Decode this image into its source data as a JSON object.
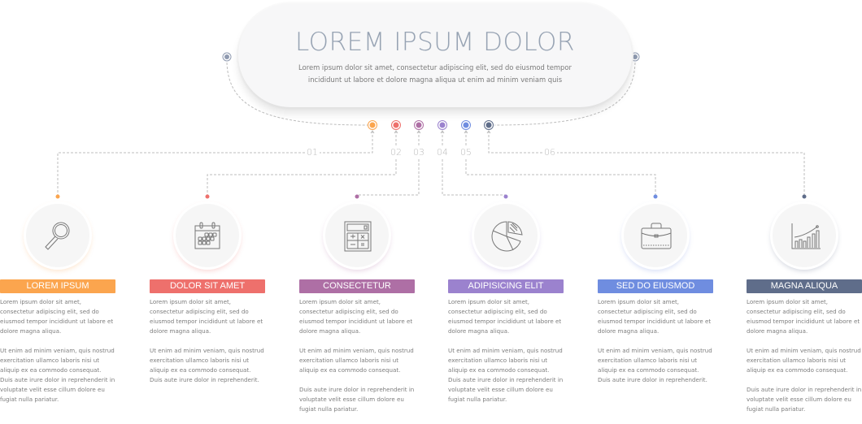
{
  "header": {
    "title": "LOREM IPSUM DOLOR",
    "subtitle_line1": "Lorem ipsum dolor sit amet, consectetur adipiscing elit, sed do eiusmod tempor",
    "subtitle_line2": "incididunt ut labore et dolore magna aliqua ut enim ad minim veniam quis"
  },
  "colors": {
    "connector": "#bdbdbd",
    "side_dot": "#8f9ab0"
  },
  "steps": [
    {
      "number": "01",
      "label": "LOREM IPSUM",
      "color": "#fba54e",
      "icon": "magnifier-icon",
      "paragraphs": [
        "Lorem ipsum dolor sit amet, consectetur adipiscing elit, sed do eiusmod tempor incididunt ut labore et dolore magna aliqua.",
        "Ut enim ad minim veniam, quis nostrud exercitation ullamco laboris nisi ut aliquip ex ea commodo consequat. Duis aute irure dolor in reprehenderit in voluptate velit esse cillum dolore eu fugiat nulla pariatur."
      ]
    },
    {
      "number": "02",
      "label": "DOLOR SIT AMET",
      "color": "#ee706c",
      "icon": "calendar-icon",
      "paragraphs": [
        "Lorem ipsum dolor sit amet, consectetur adipiscing elit, sed do eiusmod tempor incididunt ut labore et dolore magna aliqua.",
        "Ut enim ad minim veniam, quis nostrud exercitation ullamco laboris nisi ut aliquip ex ea commodo consequat. Duis aute irure dolor in reprehenderit."
      ]
    },
    {
      "number": "03",
      "label": "CONSECTETUR",
      "color": "#ae6fa5",
      "icon": "calculator-icon",
      "paragraphs": [
        "Lorem ipsum dolor sit amet, consectetur adipiscing elit, sed do eiusmod tempor incididunt ut labore et dolore magna aliqua.",
        "Ut enim ad minim veniam, quis nostrud exercitation ullamco laboris nisi ut aliquip ex ea commodo consequat.",
        "Duis aute irure dolor in reprehenderit in voluptate velit esse cillum dolore eu fugiat nulla pariatur."
      ]
    },
    {
      "number": "04",
      "label": "ADIPISICING ELIT",
      "color": "#9b82ce",
      "icon": "pie-chart-icon",
      "paragraphs": [
        "Lorem ipsum dolor sit amet, consectetur adipiscing elit, sed do eiusmod tempor incididunt ut labore et dolore magna aliqua.",
        "Ut enim ad minim veniam, quis nostrud exercitation ullamco laboris nisi ut aliquip ex ea commodo consequat. Duis aute irure dolor in reprehenderit in voluptate velit esse cillum dolore eu fugiat nulla pariatur."
      ]
    },
    {
      "number": "05",
      "label": "SED DO EIUSMOD",
      "color": "#6f8de0",
      "icon": "briefcase-icon",
      "paragraphs": [
        "Lorem ipsum dolor sit amet, consectetur adipiscing elit, sed do eiusmod tempor incididunt ut labore et dolore magna aliqua.",
        "Ut enim ad minim veniam, quis nostrud exercitation ullamco laboris nisi ut aliquip ex ea commodo consequat. Duis aute irure dolor in reprehenderit."
      ]
    },
    {
      "number": "06",
      "label": "MAGNA ALIQUA",
      "color": "#5f6d8a",
      "icon": "bar-chart-growth-icon",
      "paragraphs": [
        "Lorem ipsum dolor sit amet, consectetur adipiscing elit, sed do eiusmod tempor incididunt ut labore et dolore magna aliqua.",
        "Ut enim ad minim veniam, quis nostrud exercitation ullamco laboris nisi ut aliquip ex ea commodo consequat.",
        "Duis aute irure dolor in reprehenderit in voluptate velit esse cillum dolore eu fugiat nulla pariatur."
      ]
    }
  ]
}
